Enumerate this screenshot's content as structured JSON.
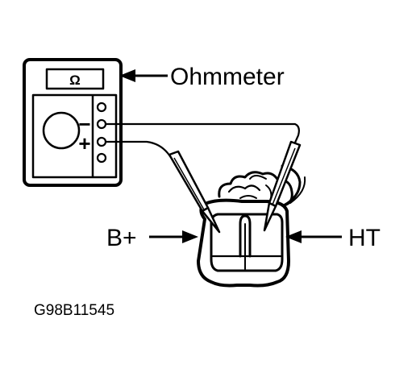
{
  "meter": {
    "display_symbol": "Ω",
    "minus_symbol": "−",
    "plus_symbol": "+"
  },
  "labels": {
    "ohmmeter": "Ohmmeter",
    "b_plus": "B+",
    "ht": "HT"
  },
  "figure_code": "G98B11545",
  "colors": {
    "ink": "#000000",
    "background": "#ffffff"
  }
}
